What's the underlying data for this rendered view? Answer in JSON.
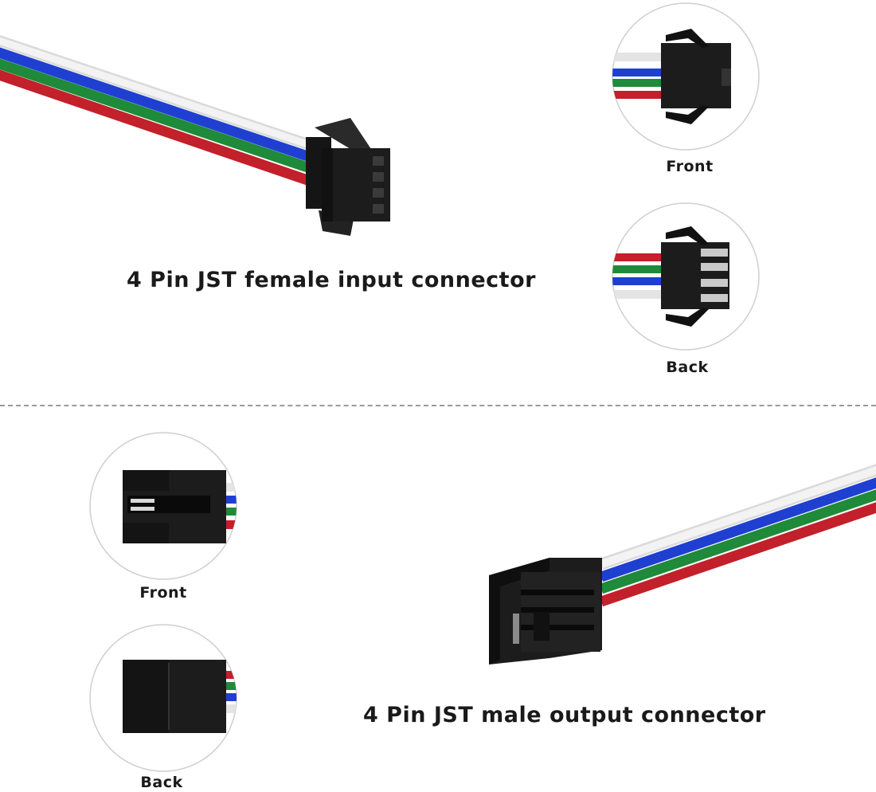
{
  "top_section": {
    "title": "4 Pin JST female input connector",
    "front_label": "Front",
    "back_label": "Back"
  },
  "bottom_section": {
    "title": "4 Pin JST male output connector",
    "front_label": "Front",
    "back_label": "Back"
  },
  "wire_colors": {
    "white": "#eeeeee",
    "blue": "#1f3fd1",
    "green": "#1e8a3a",
    "red": "#c2202a",
    "connector": "#1c1c1c"
  }
}
